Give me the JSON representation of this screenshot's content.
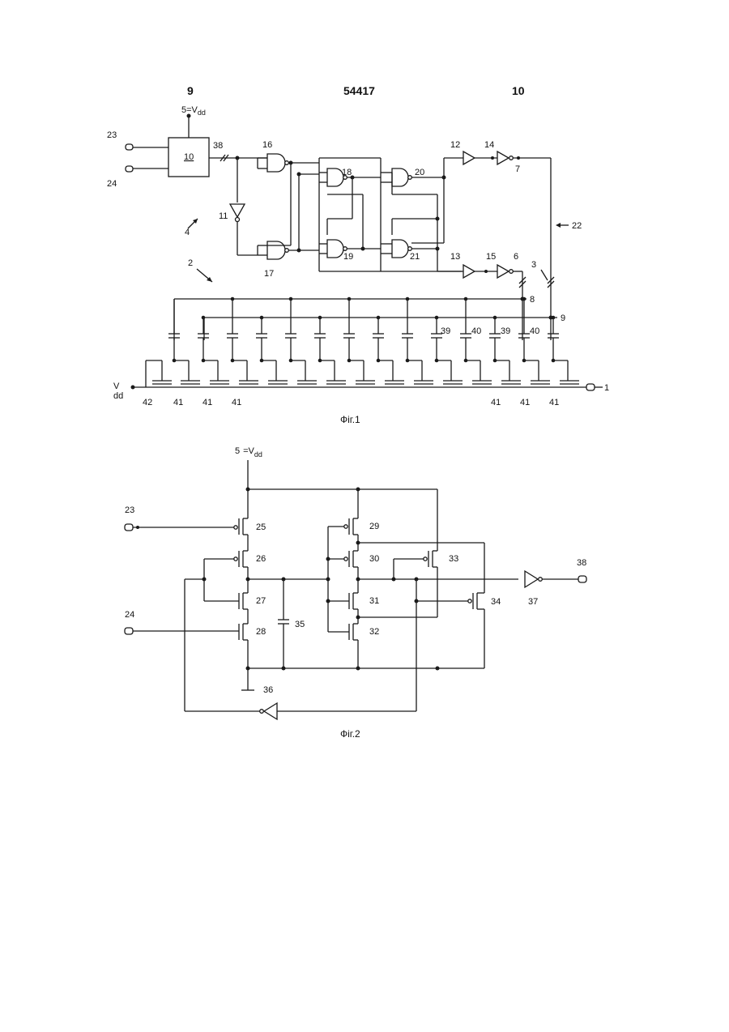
{
  "header": {
    "left": "9",
    "center": "54417",
    "right": "10"
  },
  "fig1": {
    "caption": "Фіг.1",
    "supply": "5",
    "supply_eq": "=V",
    "supply_sub": "dd",
    "vdd": "V",
    "vdd_sub": "dd",
    "block_label": "10",
    "labels": {
      "l1": "1",
      "l2": "2",
      "l3": "3",
      "l4": "4",
      "l6": "6",
      "l7": "7",
      "l8": "8",
      "l9": "9",
      "l11": "11",
      "l12": "12",
      "l13": "13",
      "l14": "14",
      "l15": "15",
      "l16": "16",
      "l17": "17",
      "l18": "18",
      "l19": "19",
      "l20": "20",
      "l21": "21",
      "l22": "22",
      "l23": "23",
      "l24": "24",
      "l38": "38",
      "l39": "39",
      "l40": "40",
      "l41": "41",
      "l42": "42"
    }
  },
  "fig2": {
    "caption": "Фіг.2",
    "supply": "5",
    "supply_eq": "=V",
    "supply_sub": "dd",
    "labels": {
      "l23": "23",
      "l24": "24",
      "l25": "25",
      "l26": "26",
      "l27": "27",
      "l28": "28",
      "l29": "29",
      "l30": "30",
      "l31": "31",
      "l32": "32",
      "l33": "33",
      "l34": "34",
      "l35": "35",
      "l36": "36",
      "l37": "37",
      "l38": "38"
    }
  }
}
